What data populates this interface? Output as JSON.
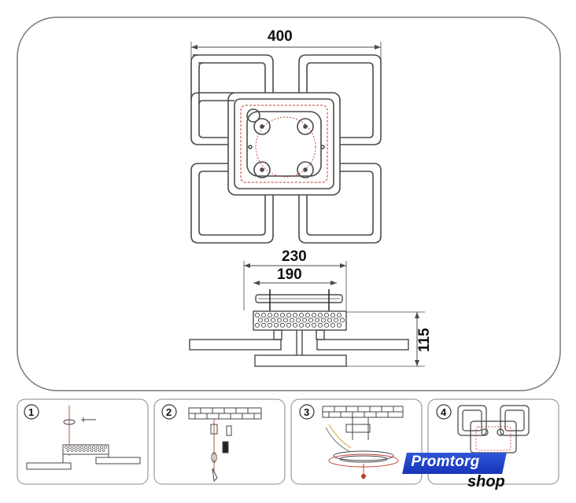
{
  "dimensions": {
    "top_width": "400",
    "base_width": "230",
    "base_inner_width": "190",
    "height": "115"
  },
  "steps": [
    {
      "number": "1"
    },
    {
      "number": "2"
    },
    {
      "number": "3"
    },
    {
      "number": "4"
    }
  ],
  "logo": {
    "top_text": "Promtorg",
    "bottom_text": "shop",
    "colors": {
      "primary": "#1f3ec8",
      "text_dark": "#0a0a0a"
    }
  },
  "colors": {
    "line": "#4a4a4a",
    "accent_red": "#c0392b",
    "panel_border": "#777777"
  }
}
